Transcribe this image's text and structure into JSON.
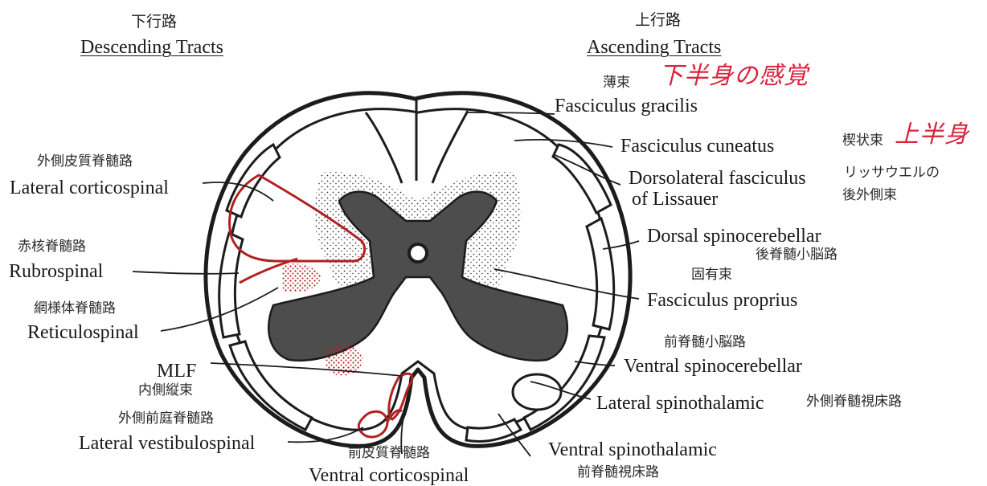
{
  "headers": {
    "descending_jp": "下行路",
    "descending_en": "Descending Tracts",
    "ascending_jp": "上行路",
    "ascending_en": "Ascending Tracts"
  },
  "left_labels": [
    {
      "jp": "外側皮質脊髄路",
      "en": "Lateral corticospinal"
    },
    {
      "jp": "赤核脊髄路",
      "en": "Rubrospinal"
    },
    {
      "jp": "網様体脊髄路",
      "en": "Reticulospinal"
    },
    {
      "jp": "内側縦束",
      "en": "MLF"
    },
    {
      "jp": "外側前庭脊髄路",
      "en": "Lateral vestibulospinal"
    },
    {
      "jp": "前皮質脊髄路",
      "en": "Ventral corticospinal"
    }
  ],
  "right_labels": {
    "gracilis": {
      "jp": "薄束",
      "en": "Fasciculus gracilis",
      "note": "下半身の感覚"
    },
    "cuneatus": {
      "jp": "楔状束",
      "en": "Fasciculus cuneatus",
      "note": "上半身"
    },
    "lissauer": {
      "en1": "Dorsolateral fasciculus",
      "en2": "of Lissauer",
      "jp1": "リッサウエルの",
      "jp2": "後外側束"
    },
    "dorsal_spinocerebellar": {
      "en": "Dorsal spinocerebellar",
      "jp": "後脊髄小脳路"
    },
    "proprius": {
      "jp": "固有束",
      "en": "Fasciculus proprius"
    },
    "ventral_spinocerebellar": {
      "jp": "前脊髄小脳路",
      "en": "Ventral spinocerebellar"
    },
    "lateral_spinothalamic": {
      "en": "Lateral spinothalamic",
      "jp": "外側脊髄視床路"
    },
    "ventral_spinothalamic": {
      "en": "Ventral spinothalamic",
      "jp": "前脊髄視床路"
    }
  },
  "colors": {
    "outline": "#1c1c1c",
    "gray_matter": "#4d4d4d",
    "tract_red": "#b32020",
    "handwriting_red": "#d8233b"
  }
}
